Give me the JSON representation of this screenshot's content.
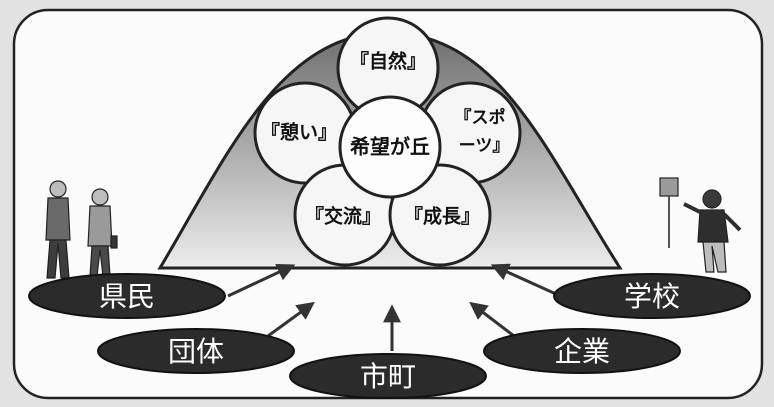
{
  "center": {
    "label": "希望が丘"
  },
  "petals": {
    "top": "『自然』",
    "left": "『憩い』",
    "right_line1": "『スポ",
    "right_line2": "ーツ』",
    "bottom_left": "『交流』",
    "bottom_right": "『成長』"
  },
  "stakeholders": {
    "residents": "県民",
    "groups": "団体",
    "municipalities": "市町",
    "companies": "企業",
    "schools": "学校"
  },
  "colors": {
    "background": "#e2e2e2",
    "frame": "#fbfbfb",
    "mountain_top": "#6e6e6e",
    "mountain_bottom": "#e8e8e8",
    "circle_fill": "#f6f6f6",
    "oval_fill": "#2b2b2b",
    "oval_text": "#ffffff"
  }
}
